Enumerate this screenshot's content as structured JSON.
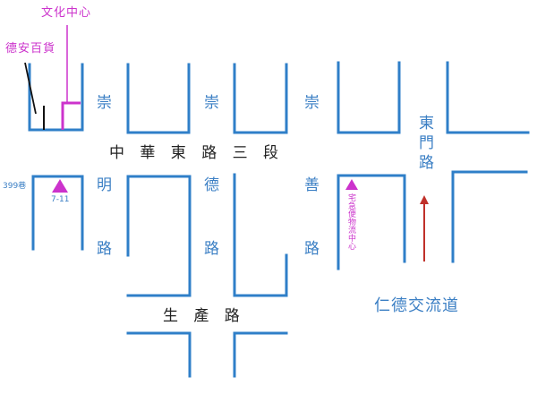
{
  "colors": {
    "road_outline": "#2f7fc8",
    "landmark": "#cc33cc",
    "arrow": "#c0302a",
    "text_blue": "#3b7fc4",
    "text_black": "#222222"
  },
  "roads": {
    "zhonghua_east": "中 華 東 路 三 段",
    "shengchan": "生 產 路",
    "dongmen": "東門路",
    "chongming_1": "崇",
    "chongming_2": "明",
    "chongming_3": "路",
    "chongde_1": "崇",
    "chongde_2": "德",
    "chongde_3": "路",
    "chongshan_1": "崇",
    "chongshan_2": "善",
    "chongshan_3": "路"
  },
  "landmarks": {
    "culture_center": "文化中心",
    "dean_department_store": "德安百貨",
    "lane_399": "399巷",
    "seven_eleven": "7-11",
    "express_center": "宅急便物流中心",
    "rende_interchange": "仁德交流道"
  }
}
